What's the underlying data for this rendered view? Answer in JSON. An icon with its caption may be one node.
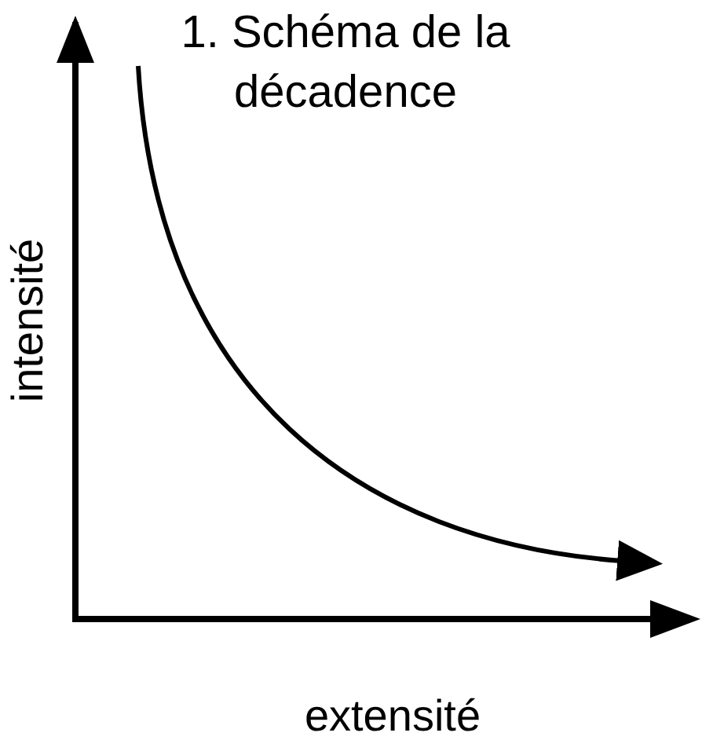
{
  "diagram": {
    "title": "1. Schéma de la décadence",
    "labels": [
      "intensité",
      "extensité"
    ]
  }
}
